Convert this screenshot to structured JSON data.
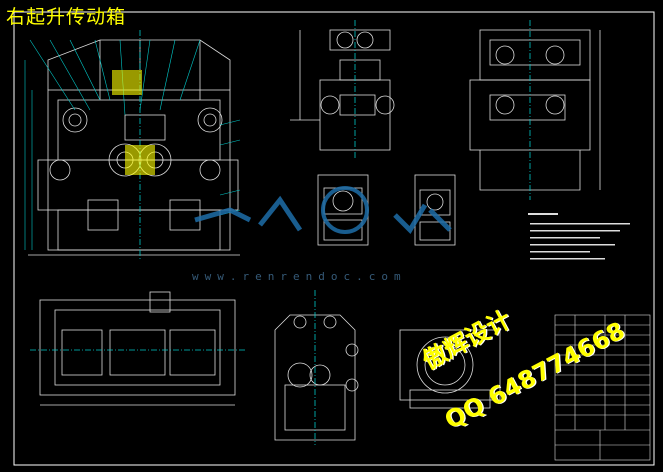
{
  "drawing": {
    "title": "右起升传动箱",
    "watermark_designer": "傲辉设计",
    "watermark_qq": "QQ 648774668",
    "site_watermark": "www.renrendoc.com",
    "colors": {
      "background": "#000000",
      "outline": "#ffffff",
      "part": "#cccccc",
      "dimension": "#00c8c8",
      "hidden": "#ffff00",
      "title_text": "#ffff00",
      "watermark": "#1e6ea8"
    }
  }
}
